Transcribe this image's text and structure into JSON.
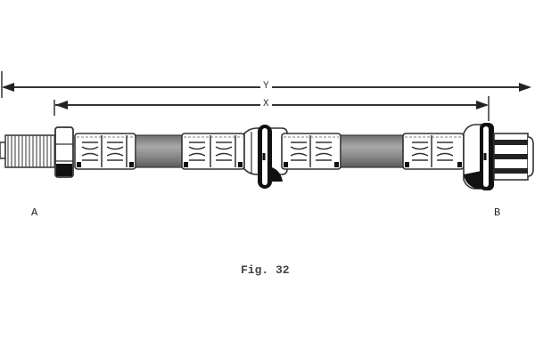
{
  "figure": {
    "caption": "Fig. 32",
    "dimensions": {
      "overall": {
        "label": "Y",
        "description": "overall length"
      },
      "inner": {
        "label": "X",
        "description": "fitting-to-fitting length"
      }
    },
    "ends": {
      "left": {
        "label": "A",
        "type": "male threaded fitting with hex nut"
      },
      "right": {
        "label": "B",
        "type": "female fitting with hex body"
      }
    },
    "component": "brake hose with crimped ferrules and mid bracket",
    "colors": {
      "line": "#222222",
      "hose_fill": "#8c8c8c",
      "background": "#ffffff"
    }
  }
}
